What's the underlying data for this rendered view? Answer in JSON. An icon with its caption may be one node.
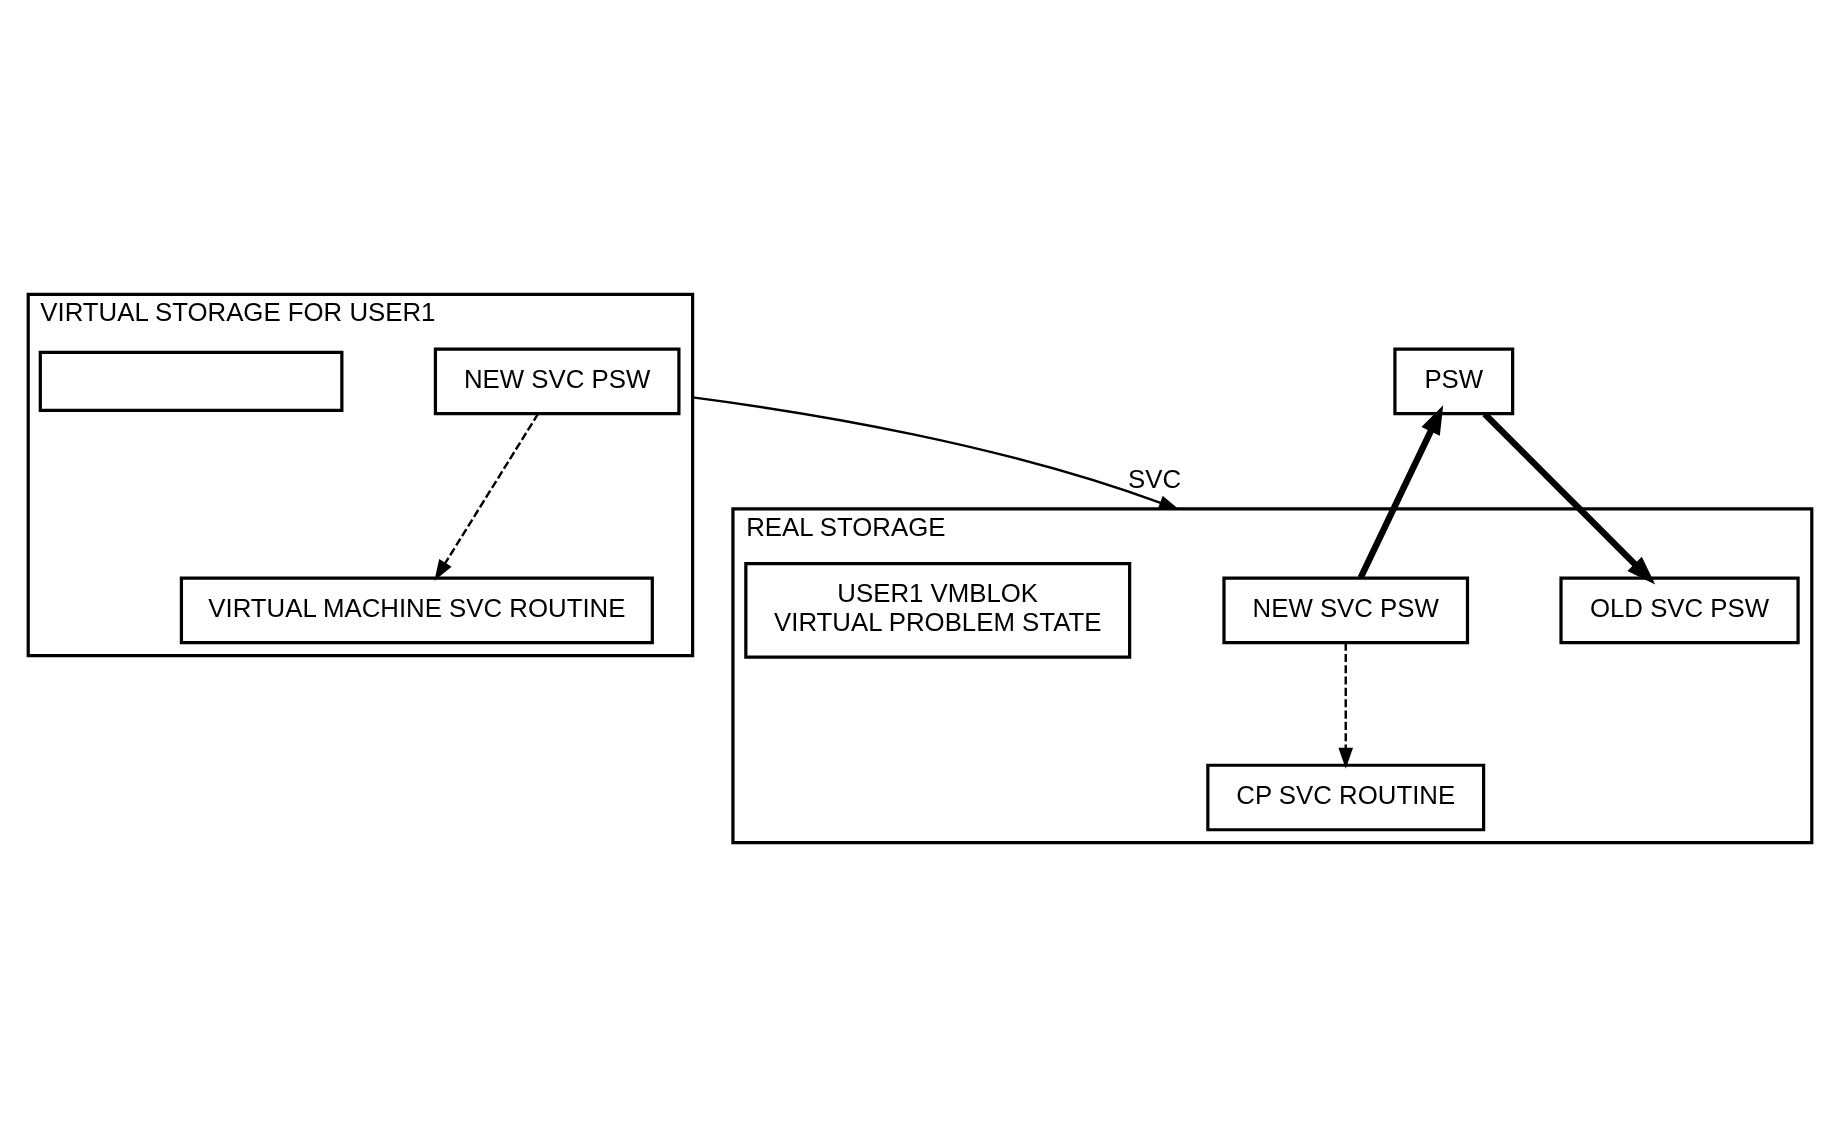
{
  "diagram": {
    "nodes": [
      {
        "text": [
          "VIRTUAL STORAGE FOR USER1"
        ]
      },
      {
        "text": [
          "NEW SVC PSW"
        ],
        "in": 0
      },
      {
        "text": [],
        "shape": "box",
        "in": 0
      },
      {
        "text": [
          "VIRTUAL MACHINE SVC ROUTINE"
        ],
        "in": 0
      },
      {
        "text": [
          "PSW"
        ]
      },
      {
        "text": [
          "REAL STORAGE"
        ]
      },
      {
        "text": [
          "NEW SVC PSW"
        ],
        "in": 5
      },
      {
        "text": [
          "OLD SVC PSW"
        ],
        "in": 5
      },
      {
        "text": [
          "CP SVC ROUTINE"
        ],
        "in": 5
      },
      {
        "text": [
          "USER1 VMBLOK",
          "VIRTUAL PROBLEM STATE"
        ],
        "in": 5
      }
    ],
    "edges": [
      {
        "from": 1,
        "to": 3,
        "arrow": "to",
        "style": "dashed"
      },
      {
        "from": 4,
        "to": 7,
        "arrow": "to",
        "style": "thick"
      },
      {
        "from": 6,
        "to": 4,
        "arrow": "to",
        "style": "thick"
      },
      {
        "from": 6,
        "to": 8,
        "arrow": "to",
        "style": "dashed"
      },
      {
        "from": 0,
        "to": 5,
        "arrow": "to",
        "label": "SVC"
      }
    ]
  }
}
